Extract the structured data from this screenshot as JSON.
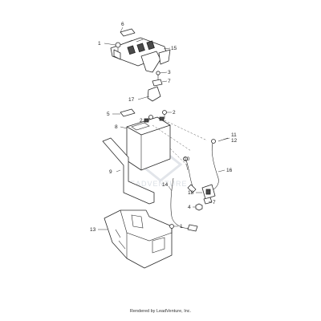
{
  "callouts": {
    "c6": "6",
    "c1a": "1",
    "c15": "15",
    "c3": "3",
    "c7a": "7",
    "c17": "17",
    "c5": "5",
    "c2a": "2",
    "c2b": "2",
    "c8": "8",
    "c11": "11",
    "c12": "12",
    "c10": "10",
    "c16": "16",
    "c9": "9",
    "c14": "14",
    "c18": "18",
    "c4": "4",
    "c7b": "7",
    "c13": "13",
    "c1b": "1"
  },
  "watermark": "LEADVENTURE",
  "footer": "Rendered by LeadVenture, Inc."
}
